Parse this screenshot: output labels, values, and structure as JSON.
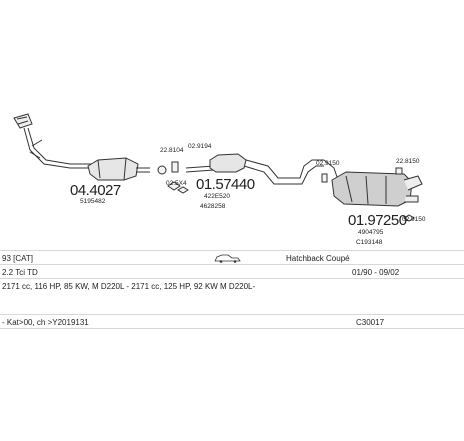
{
  "parts": [
    {
      "code": "04.4027",
      "oem": "5195482"
    },
    {
      "code": "01.57440",
      "oem": "422E520",
      "oem2": "4628258"
    },
    {
      "code": "01.97250",
      "oem": "4904795",
      "oem2": "C193148"
    }
  ],
  "small_labels": {
    "a": "22.8104",
    "b": "02.9194",
    "c": "02.5X4",
    "d": "02.9150",
    "e": "22.8150",
    "f": "02.9150"
  },
  "table": {
    "model": "93 [CAT]",
    "body": "Hatchback Coupé",
    "engine": "2.2 Tci TD",
    "years": "01/90 - 09/02",
    "spec": "2171 cc, 116 HP, 85 KW, M D220L - 2171 cc, 125 HP, 92 KW M D220L-",
    "note": "- Kat>00, ch >Y2019131",
    "ref": "C30017"
  },
  "colors": {
    "line": "#333333",
    "grid": "#d8d8d8"
  }
}
